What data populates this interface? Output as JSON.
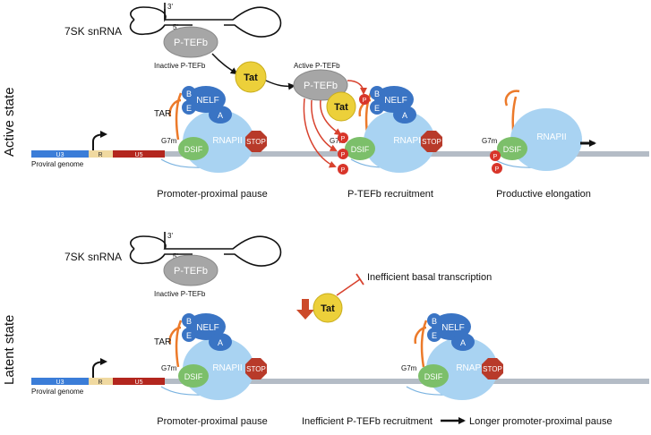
{
  "states": {
    "active": "Active state",
    "latent": "Latent state"
  },
  "labels": {
    "snrna": "7SK snRNA",
    "three_prime": "3'",
    "five_prime": "5'",
    "ptefb": "P-TEFb",
    "inactive_ptefb": "Inactive P-TEFb",
    "active_ptefb": "Active P-TEFb",
    "tat": "Tat",
    "tar": "TAR",
    "nelf": "NELF",
    "b": "B",
    "e": "E",
    "a": "A",
    "g7m": "G7m",
    "dsif": "DSIF",
    "rnapii": "RNAPII",
    "stop": "STOP",
    "u3": "U3",
    "r": "R",
    "u5": "U5",
    "proviral": "Proviral genome",
    "p": "P"
  },
  "captions": {
    "promoter_pause": "Promoter-proximal pause",
    "recruitment": "P-TEFb recruitment",
    "elongation": "Productive elongation",
    "promoter_pause_latent": "Promoter-proximal pause",
    "inefficient_basal": "Inefficient basal transcription",
    "inefficient_recruitment": "Inefficient P-TEFb recruitment",
    "longer_pause": "Longer promoter-proximal pause"
  },
  "colors": {
    "nelf_blue": "#3a74c4",
    "rnapii_blue": "#a9d3f2",
    "dsif_green": "#7cbf6a",
    "tat_yellow": "#ecd03a",
    "ptefb_grey": "#a6a6a6",
    "stop_red": "#b83a2a",
    "phospho_red": "#d8352a",
    "arrow_red": "#d8422e",
    "tar_orange": "#ec7a2a",
    "u3_blue": "#3b7dd8",
    "r_tan": "#f0d9a0",
    "u5_red": "#b3261e",
    "dna_grey": "#b4bcc6",
    "down_arrow": "#cc4a2a"
  }
}
